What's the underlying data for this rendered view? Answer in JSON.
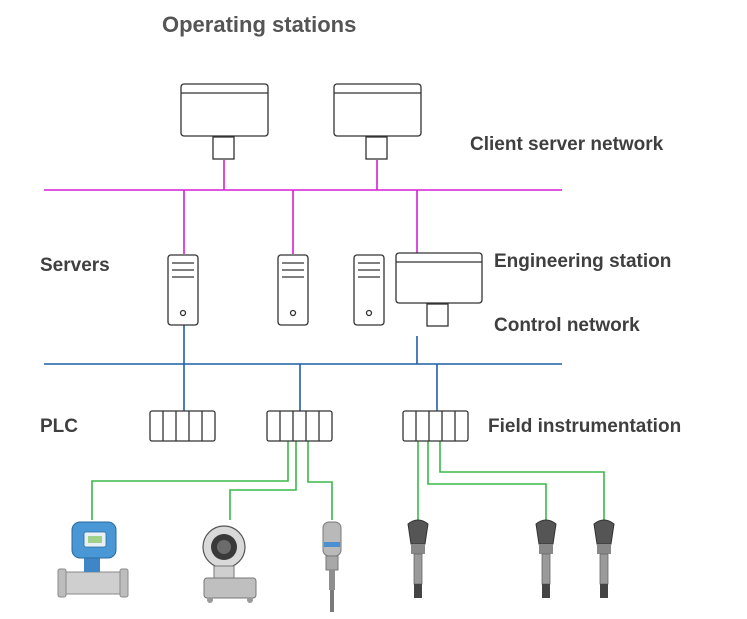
{
  "diagram": {
    "title": "Operating stations",
    "labels": {
      "client_server_network": "Client server network",
      "servers": "Servers",
      "engineering_station": "Engineering station",
      "control_network": "Control network",
      "plc": "PLC",
      "field_instrumentation": "Field instrumentation"
    },
    "colors": {
      "client_network": "#d61fd6",
      "control_network": "#1f5fa8",
      "field_wiring": "#3cb84a",
      "device_outline": "#333333",
      "text": "#444444"
    },
    "counts": {
      "operating_stations": 2,
      "servers": 3,
      "engineering_stations": 1,
      "plcs": 3,
      "field_instruments": 6
    },
    "field_instrument_icons": [
      "electromagnetic-flowmeter-icon",
      "pressure-transmitter-icon",
      "temperature-sensor-icon",
      "level-probe-icon",
      "level-probe-icon",
      "level-probe-icon"
    ]
  }
}
